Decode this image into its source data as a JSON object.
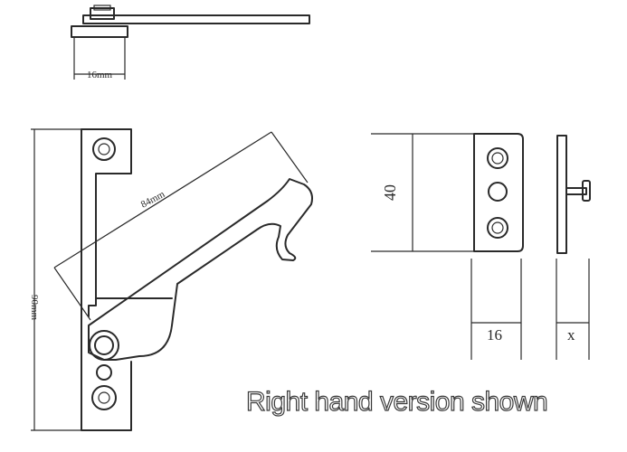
{
  "dimensions": {
    "top_width": "16mm",
    "arm_length": "84mm",
    "height": "90mm",
    "side_height": "40",
    "side_width": "16",
    "thickness": "x"
  },
  "caption": "Right hand version shown"
}
